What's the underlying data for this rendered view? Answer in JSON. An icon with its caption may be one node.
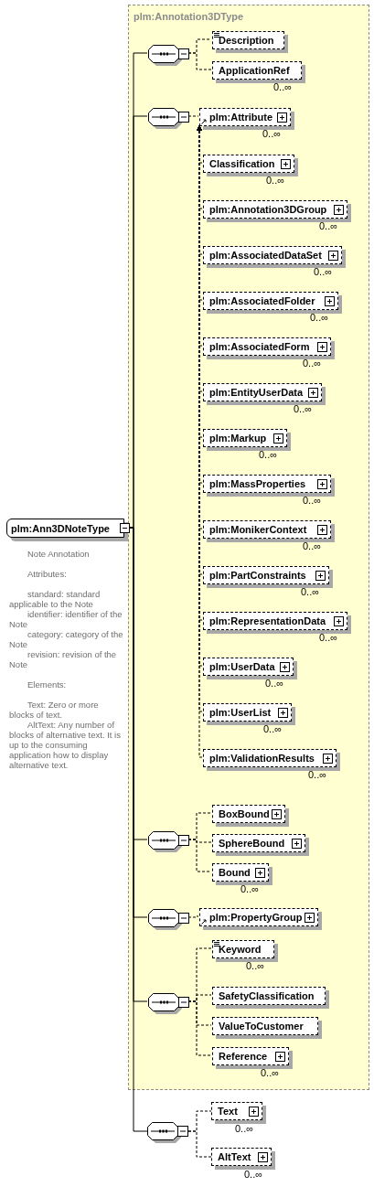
{
  "diagram": {
    "nodes": [
      {
        "text": [
          "plm:Ann3DNoteType"
        ],
        "beside": [
          "Note Annotation",
          "Attributes:",
          "standard: standard applicable to the Note",
          "identifier: identifier of the Note",
          "category: category of the Note",
          "revision: revision of the Note",
          "Elements:",
          "Text: Zero or more blocks of text.",
          "AltText: Any number of blocks of alternative text. It is up to the consuming application how to display alternative text."
        ]
      },
      {
        "text": [
          "plm:Annotation3DType"
        ]
      },
      {
        "text": [],
        "shape": "octagon",
        "in": 1
      },
      {
        "text": [
          "Description"
        ],
        "in": 1
      },
      {
        "text": [
          "ApplicationRef"
        ],
        "in": 1,
        "beside": [
          "0..∞"
        ]
      },
      {
        "text": [],
        "shape": "octagon",
        "in": 1
      },
      {
        "text": [
          "plm:Attribute"
        ],
        "in": 1,
        "beside": [
          "0..∞"
        ]
      },
      {
        "text": [
          "Classification"
        ],
        "in": 1,
        "beside": [
          "0..∞"
        ]
      },
      {
        "text": [
          "plm:Annotation3DGroup"
        ],
        "in": 1,
        "beside": [
          "0..∞"
        ]
      },
      {
        "text": [
          "plm:AssociatedDataSet"
        ],
        "in": 1,
        "beside": [
          "0..∞"
        ]
      },
      {
        "text": [
          "plm:AssociatedFolder"
        ],
        "in": 1,
        "beside": [
          "0..∞"
        ]
      },
      {
        "text": [
          "plm:AssociatedForm"
        ],
        "in": 1,
        "beside": [
          "0..∞"
        ]
      },
      {
        "text": [
          "plm:EntityUserData"
        ],
        "in": 1,
        "beside": [
          "0..∞"
        ]
      },
      {
        "text": [
          "plm:Markup"
        ],
        "in": 1,
        "beside": [
          "0..∞"
        ]
      },
      {
        "text": [
          "plm:MassProperties"
        ],
        "in": 1,
        "beside": [
          "0..∞"
        ]
      },
      {
        "text": [
          "plm:MonikerContext"
        ],
        "in": 1,
        "beside": [
          "0..∞"
        ]
      },
      {
        "text": [
          "plm:PartConstraints"
        ],
        "in": 1,
        "beside": [
          "0..∞"
        ]
      },
      {
        "text": [
          "plm:RepresentationData"
        ],
        "in": 1,
        "beside": [
          "0..∞"
        ]
      },
      {
        "text": [
          "plm:UserData"
        ],
        "in": 1,
        "beside": [
          "0..∞"
        ]
      },
      {
        "text": [
          "plm:UserList"
        ],
        "in": 1,
        "beside": [
          "0..∞"
        ]
      },
      {
        "text": [
          "plm:ValidationResults"
        ],
        "in": 1,
        "beside": [
          "0..∞"
        ]
      },
      {
        "text": [],
        "shape": "octagon",
        "in": 1
      },
      {
        "text": [
          "BoxBound"
        ],
        "in": 1
      },
      {
        "text": [
          "SphereBound"
        ],
        "in": 1
      },
      {
        "text": [
          "Bound"
        ],
        "in": 1,
        "beside": [
          "0..∞"
        ]
      },
      {
        "text": [],
        "shape": "octagon",
        "in": 1
      },
      {
        "text": [
          "plm:PropertyGroup"
        ],
        "in": 1
      },
      {
        "text": [],
        "shape": "octagon",
        "in": 1
      },
      {
        "text": [
          "Keyword"
        ],
        "in": 1,
        "beside": [
          "0..∞"
        ]
      },
      {
        "text": [
          "SafetyClassification"
        ],
        "in": 1
      },
      {
        "text": [
          "ValueToCustomer"
        ],
        "in": 1
      },
      {
        "text": [
          "Reference"
        ],
        "in": 1,
        "beside": [
          "0..∞"
        ]
      },
      {
        "text": [],
        "shape": "octagon"
      },
      {
        "text": [
          "Text"
        ],
        "beside": [
          "0..∞"
        ]
      },
      {
        "text": [
          "AltText"
        ],
        "beside": [
          "0..∞"
        ]
      }
    ],
    "edges": [
      {
        "from": 0,
        "to": 2,
        "arrow": "none"
      },
      {
        "from": 0,
        "to": 5,
        "arrow": "none"
      },
      {
        "from": 0,
        "to": 21,
        "arrow": "none"
      },
      {
        "from": 0,
        "to": 25,
        "arrow": "none"
      },
      {
        "from": 0,
        "to": 27,
        "arrow": "none"
      },
      {
        "from": 0,
        "to": 32,
        "arrow": "none"
      },
      {
        "from": 2,
        "to": 3,
        "arrow": "none",
        "style": "dashed"
      },
      {
        "from": 2,
        "to": 4,
        "arrow": "none",
        "style": "dashed"
      },
      {
        "from": 5,
        "to": 6,
        "arrow": "none",
        "style": "dashed"
      },
      {
        "from": 7,
        "to": 6,
        "arrow": "to",
        "style": "dashed"
      },
      {
        "from": 8,
        "to": 6,
        "arrow": "to",
        "style": "dashed"
      },
      {
        "from": 9,
        "to": 6,
        "arrow": "to",
        "style": "dashed"
      },
      {
        "from": 10,
        "to": 6,
        "arrow": "to",
        "style": "dashed"
      },
      {
        "from": 11,
        "to": 6,
        "arrow": "to",
        "style": "dashed"
      },
      {
        "from": 12,
        "to": 6,
        "arrow": "to",
        "style": "dashed"
      },
      {
        "from": 13,
        "to": 6,
        "arrow": "to",
        "style": "dashed"
      },
      {
        "from": 14,
        "to": 6,
        "arrow": "to",
        "style": "dashed"
      },
      {
        "from": 15,
        "to": 6,
        "arrow": "to",
        "style": "dashed"
      },
      {
        "from": 16,
        "to": 6,
        "arrow": "to",
        "style": "dashed"
      },
      {
        "from": 17,
        "to": 6,
        "arrow": "to",
        "style": "dashed"
      },
      {
        "from": 18,
        "to": 6,
        "arrow": "to",
        "style": "dashed"
      },
      {
        "from": 19,
        "to": 6,
        "arrow": "to",
        "style": "dashed"
      },
      {
        "from": 20,
        "to": 6,
        "arrow": "to",
        "style": "dashed"
      },
      {
        "from": 21,
        "to": 22,
        "arrow": "none",
        "style": "dashed"
      },
      {
        "from": 21,
        "to": 23,
        "arrow": "none",
        "style": "dashed"
      },
      {
        "from": 21,
        "to": 24,
        "arrow": "none",
        "style": "dashed"
      },
      {
        "from": 25,
        "to": 26,
        "arrow": "none",
        "style": "dashed"
      },
      {
        "from": 27,
        "to": 28,
        "arrow": "none",
        "style": "dashed"
      },
      {
        "from": 27,
        "to": 29,
        "arrow": "none",
        "style": "dashed"
      },
      {
        "from": 27,
        "to": 30,
        "arrow": "none",
        "style": "dashed"
      },
      {
        "from": 27,
        "to": 31,
        "arrow": "none",
        "style": "dashed"
      },
      {
        "from": 32,
        "to": 33,
        "arrow": "none",
        "style": "dashed"
      },
      {
        "from": 32,
        "to": 34,
        "arrow": "none",
        "style": "dashed"
      }
    ]
  }
}
